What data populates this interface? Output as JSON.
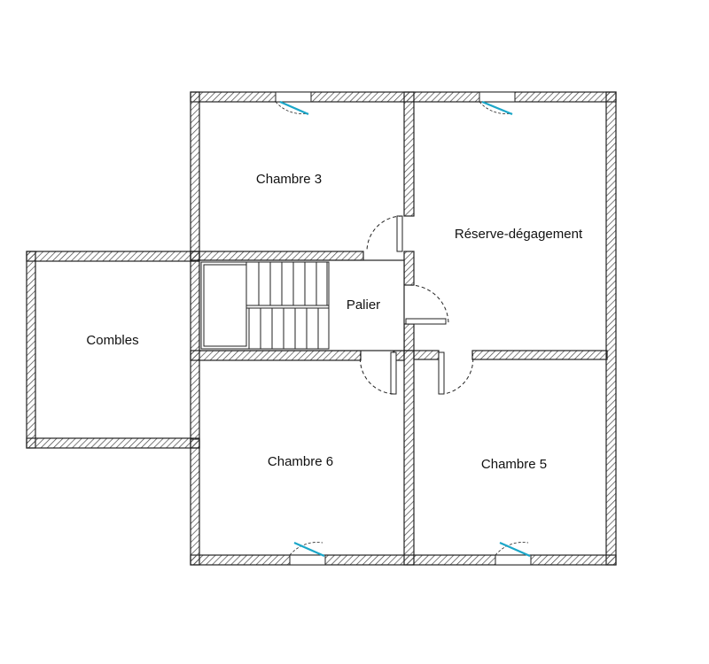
{
  "rooms": {
    "chambre3": "Chambre 3",
    "reserve": "Réserve-dégagement",
    "combles": "Combles",
    "palier": "Palier",
    "chambre6": "Chambre 6",
    "chambre5": "Chambre 5"
  },
  "colors": {
    "wall_stroke": "#222222",
    "hatch": "#444444",
    "window_glass": "#1aa6c8",
    "background": "#ffffff"
  }
}
